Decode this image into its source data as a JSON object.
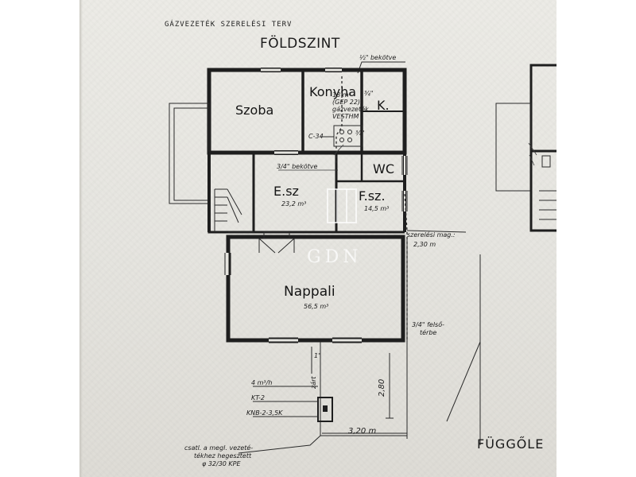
{
  "header": "GÁZVEZETÉK SZERELÉSI TERV",
  "floor_title": "FÖLDSZINT",
  "side_title": "FÜGGŐLE",
  "watermark": "GDN",
  "rooms": {
    "szoba": "Szoba",
    "konyha": "Konyha",
    "k": "K.",
    "wc": "WC",
    "esz": "E.sz",
    "fsz": "F.sz.",
    "nappali": "Nappali"
  },
  "volumes": {
    "esz": "23,2 m³",
    "fsz": "14,5 m³",
    "nappali": "56,5 m³"
  },
  "notes": {
    "top_pipe": "½\" bekötve",
    "kitchen_1": "18 m³",
    "kitchen_2": "(GEP 22)",
    "kitchen_3": "gázvezeték",
    "kitchen_4": "VESTHM",
    "kitchen_c": "C-34",
    "k_note": "¾\"",
    "right_note": "¾\"",
    "hallway_pipe": "3/4\" bekötve",
    "szerelesi_1": "szerelési mag.:",
    "szerelesi_2": "2,30 m",
    "felso_1": "3/4\" felső-",
    "felso_2": "térbe",
    "zaro": "1\"",
    "dim_vertical": "2,80",
    "dim_horizontal": "3,20 m",
    "meter_1": "4 m³/h",
    "meter_2": "KT-2",
    "meter_3": "KNB-2-3,5K",
    "bottom_1": "csatl. a megl. vezeté-",
    "bottom_2": "tékhez hegesztett",
    "bottom_3": "φ 32/30 KPE",
    "ertek": "zárt"
  }
}
